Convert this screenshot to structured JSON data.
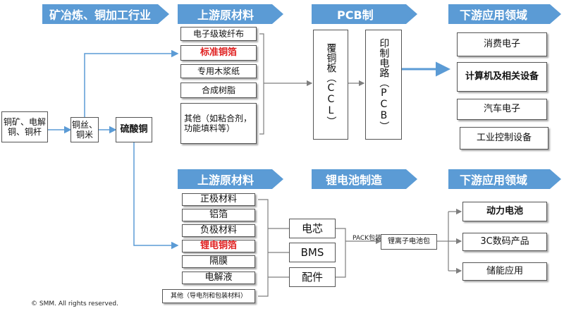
{
  "headers": {
    "smelting": "矿冶炼、铜加工行业",
    "upstream_top": "上游原材料",
    "pcb": "PCB制",
    "downstream_top": "下游应用领域",
    "upstream_bottom": "上游原材料",
    "battery": "锂电池制造",
    "downstream_bottom": "下游应用领域"
  },
  "left": {
    "ore": "铜矿、电解铜、铜杆",
    "wire": "铜丝、铜米",
    "sulfate": "硫酸铜"
  },
  "upstream_top_items": [
    "电子级玻纤布",
    "标准铜箔",
    "专用木浆纸",
    "合成树脂",
    "其他（如粘合剂，功能填料等）"
  ],
  "pcb": {
    "ccl": "覆铜板（CCL）",
    "pcb": "印制电路（PCB）"
  },
  "downstream_top_items": [
    "消费电子",
    "计算机及相关设备",
    "汽车电子",
    "工业控制设备"
  ],
  "upstream_bottom_items": [
    "正极材料",
    "铝箔",
    "负极材料",
    "锂电铜箔",
    "隔膜",
    "电解液",
    "其他（导电剂和包装材料）"
  ],
  "battery": {
    "cell": "电芯",
    "bms": "BMS",
    "parts": "配件",
    "pack_label": "PACK包装",
    "pack": "锂离子电池包"
  },
  "downstream_bottom_items": [
    "动力电池",
    "3C数码产品",
    "储能应用"
  ],
  "colors": {
    "header_blue": "#5b9bd5",
    "connector": "#5b9bd5",
    "highlight_red": "#e02020"
  },
  "copyright": "© SMM. All rights reserved."
}
